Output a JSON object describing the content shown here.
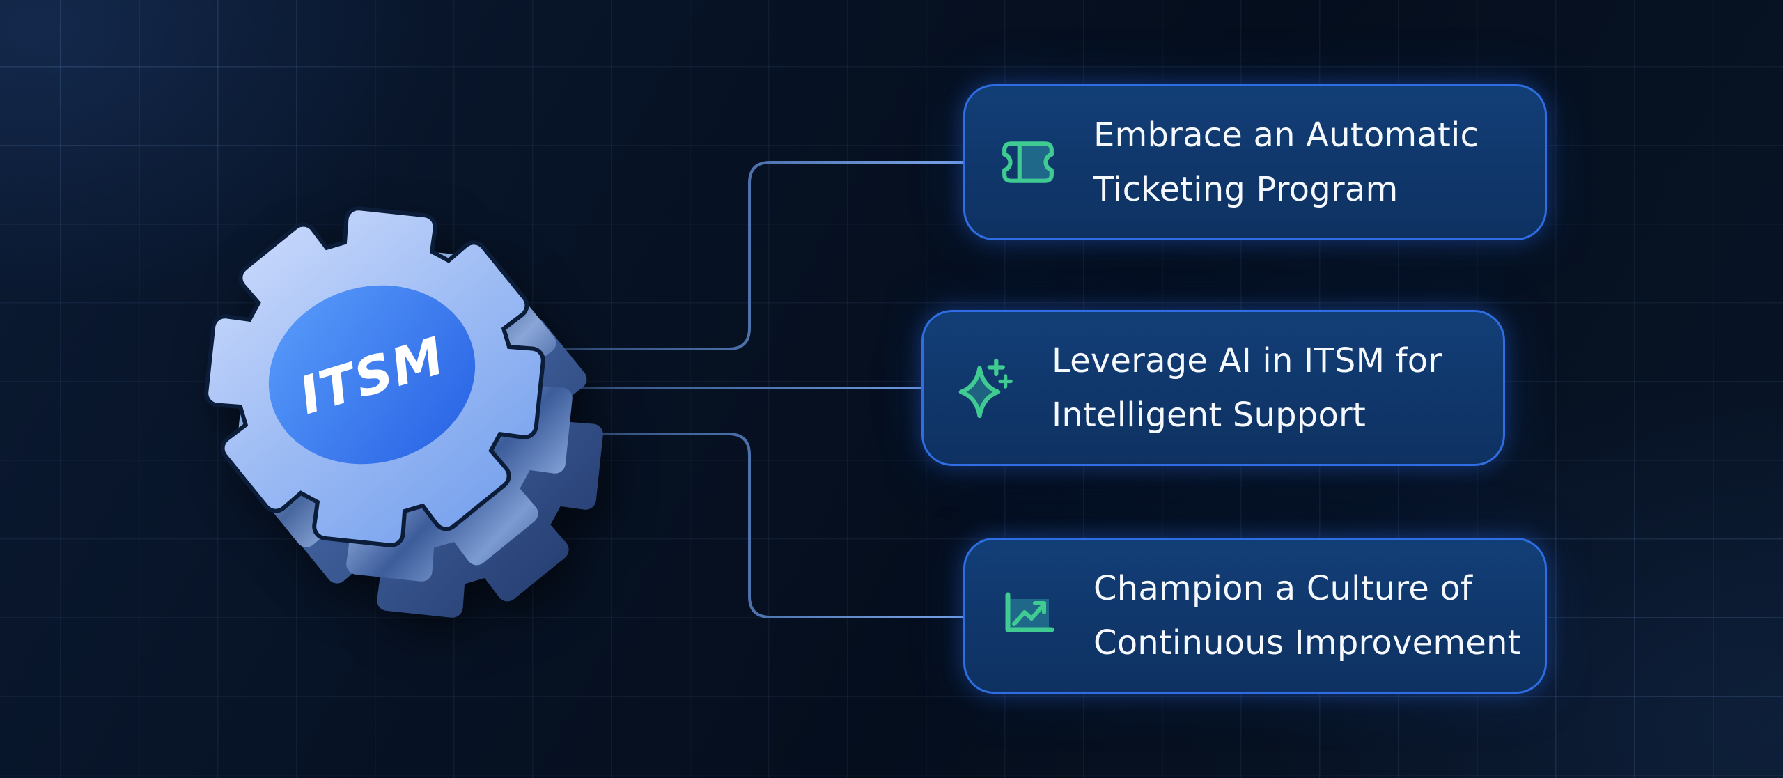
{
  "hub": {
    "label": "ITSM"
  },
  "cards": [
    {
      "icon": "ticket-icon",
      "lines": [
        "Embrace an Automatic",
        "Ticketing Program"
      ]
    },
    {
      "icon": "ai-sparkles-icon",
      "lines": [
        "Leverage AI in ITSM for",
        "Intelligent Support"
      ]
    },
    {
      "icon": "trend-chart-icon",
      "lines": [
        "Champion a Culture of",
        "Continuous Improvement"
      ]
    }
  ],
  "colors": {
    "background": "#071226",
    "grid_line": "#7da5e1",
    "card_background": "#113a6e",
    "card_border": "#2e6ee2",
    "card_text": "#f5f8fd",
    "connector_dim": "#22395c",
    "connector_bright": "#7ba6ec",
    "icon_green": "#3fcb92",
    "icon_teal_fill": "#20688a",
    "gear_face_blue": "#8fb0f0",
    "gear_side_blue": "#1d335f",
    "hub_blue": "#3b7bf0",
    "hub_text": "#ffffff"
  }
}
